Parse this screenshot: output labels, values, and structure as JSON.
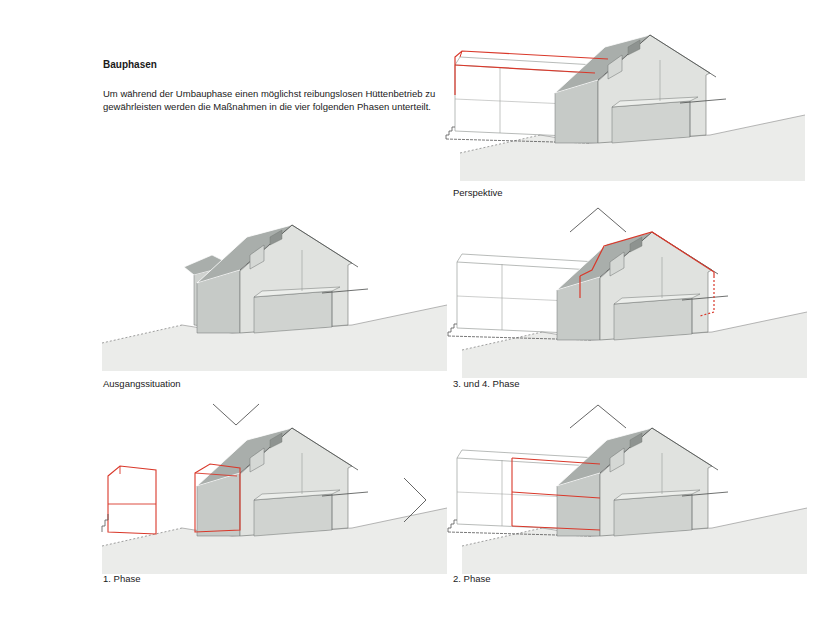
{
  "diagram": {
    "title": "Bauphasen",
    "labels": [
      "Um während der Umbauphase einen möglichst reibungslosen Hüttenbetrieb zu gewährleisten werden die Maßnahmen in die vier folgenden Phasen unterteilt.",
      "Perspektive",
      "Ausgangssituation",
      "3. und 4. Phase",
      "1. Phase",
      "2. Phase"
    ]
  }
}
